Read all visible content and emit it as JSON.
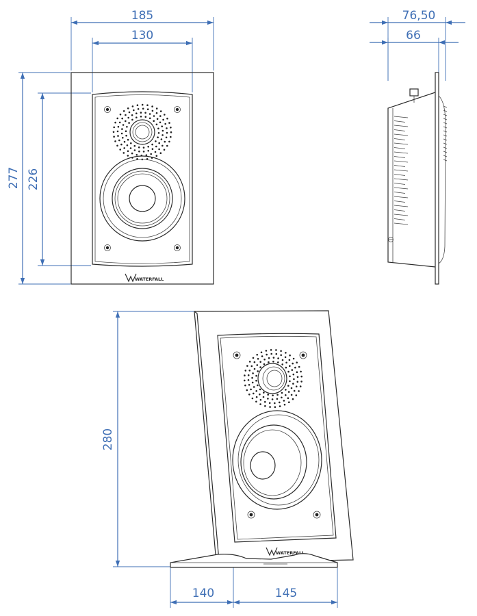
{
  "front_view": {
    "outer_width": "185",
    "inner_width": "130",
    "outer_height": "277",
    "inner_height": "226",
    "brand": "WATERFALL"
  },
  "side_view": {
    "total_depth": "76,50",
    "body_depth": "66"
  },
  "stand_view": {
    "height": "280",
    "base_front": "140",
    "base_back": "145",
    "brand": "WATERFALL"
  },
  "colors": {
    "dimension": "#3f6fb5",
    "outline": "#2b2b2b"
  }
}
